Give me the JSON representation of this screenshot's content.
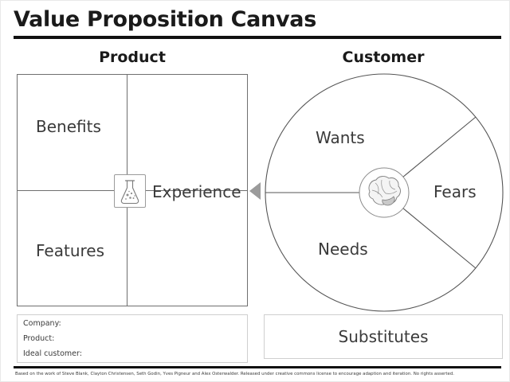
{
  "title": "Value Proposition Canvas",
  "columns": {
    "product_heading": "Product",
    "customer_heading": "Customer"
  },
  "product": {
    "quadrants": [
      {
        "key": "benefits",
        "label": "Benefits"
      },
      {
        "key": "features",
        "label": "Features"
      },
      {
        "key": "experience",
        "label": "Experience"
      }
    ],
    "center_icon": "flask-icon"
  },
  "customer": {
    "sectors": [
      {
        "key": "wants",
        "label": "Wants"
      },
      {
        "key": "fears",
        "label": "Fears"
      },
      {
        "key": "needs",
        "label": "Needs"
      }
    ],
    "center_icon": "brain-icon"
  },
  "connector_icon": "left-arrow-icon",
  "form": {
    "fields": [
      {
        "key": "company",
        "label": "Company:",
        "value": ""
      },
      {
        "key": "product",
        "label": "Product:",
        "value": ""
      },
      {
        "key": "ideal_customer",
        "label": "Ideal customer:",
        "value": ""
      }
    ]
  },
  "substitutes": {
    "label": "Substitutes"
  },
  "footer": {
    "text": "Based on the work of Steve Blank, Clayton Christensen, Seth Godin, Yves Pigneur and Alex Osterwalder. Released under creative commons license to encourage adaption and iteration. No rights asserted."
  },
  "colors": {
    "ink": "#1a1a1a",
    "text": "#3a3a3a",
    "line": "#6f6f6f",
    "light_line": "#cfcfcf",
    "rule": "#111111",
    "arrow": "#9b9b9b",
    "background": "#ffffff"
  }
}
